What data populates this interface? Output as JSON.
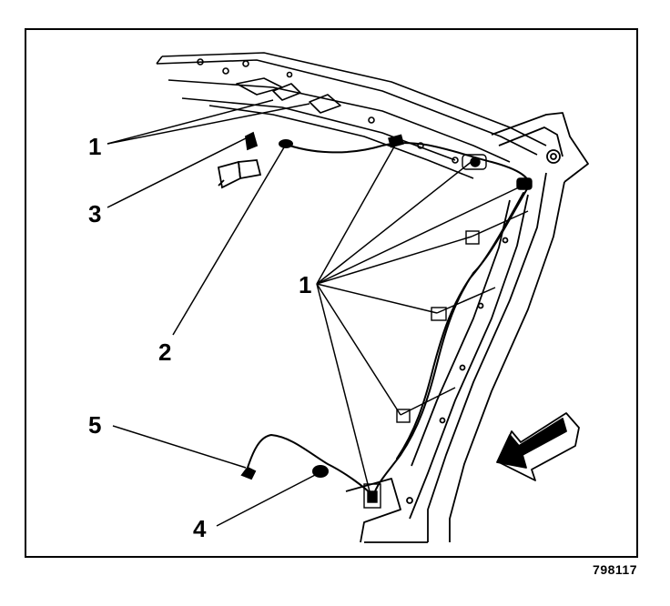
{
  "figure": {
    "id": "798117",
    "callouts": [
      "1",
      "3",
      "2",
      "1",
      "5",
      "4"
    ]
  },
  "icons": [
    "direction-arrow-icon"
  ]
}
